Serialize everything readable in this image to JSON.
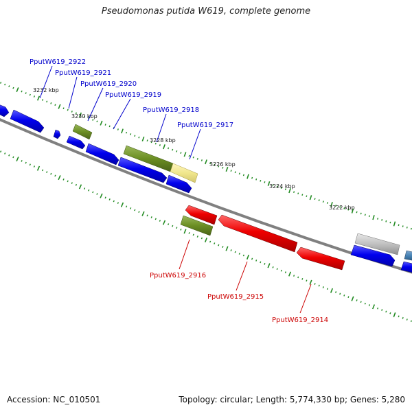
{
  "title": "Pseudomonas putida W619, complete genome",
  "footer": {
    "accession": "Accession: NC_010501",
    "summary": "Topology: circular; Length: 5,774,330 bp; Genes: 5,280"
  },
  "ticks": [
    "3232 kbp",
    "3230 kbp",
    "3228 kbp",
    "3226 kbp",
    "3224 kbp",
    "3222 kbp"
  ],
  "labels": {
    "forward": [
      "PputW619_2922",
      "PputW619_2921",
      "PputW619_2920",
      "PputW619_2919",
      "PputW619_2918",
      "PputW619_2917"
    ],
    "reverse": [
      "PputW619_2916",
      "PputW619_2915",
      "PputW619_2914"
    ]
  },
  "colors": {
    "forward_cds": "#0000ee",
    "forward_gene": "#6b8e23",
    "forward_misc": "#f0e68c",
    "reverse_cds": "#ee0000",
    "reverse_gene": "#6b8e23",
    "other_gene": "#c0c0c0",
    "other_cds": "#4682b4",
    "backbone": "#808080",
    "tick": "#228b22",
    "label_forward": "#0000cc",
    "label_reverse": "#cc0000"
  }
}
